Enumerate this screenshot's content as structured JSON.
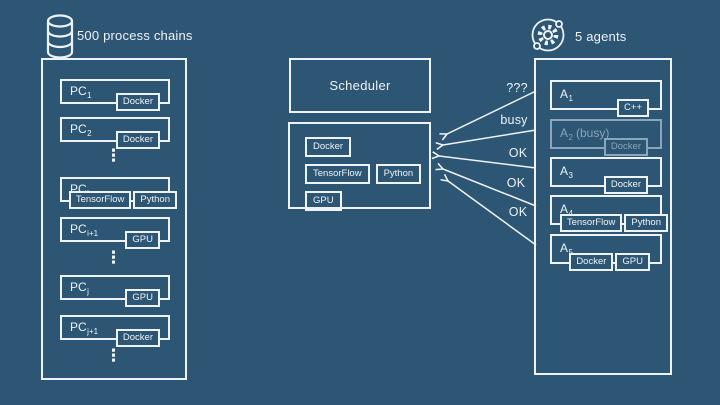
{
  "colors": {
    "background": "#2d5574",
    "line": "#eef3f7",
    "dimmed": "#8ba5bb"
  },
  "header_left": {
    "icon": "database-icon",
    "label": "500 process chains"
  },
  "header_right": {
    "icon": "gear-icon",
    "label": "5 agents"
  },
  "scheduler": {
    "title": "Scheduler"
  },
  "capabilities": {
    "tags": [
      "Docker",
      "TensorFlow",
      "Python",
      "GPU"
    ]
  },
  "process_chains": {
    "ellipsis": "⋮",
    "rows": [
      {
        "base": "PC",
        "sub": "1",
        "tags": [
          "Docker"
        ]
      },
      {
        "base": "PC",
        "sub": "2",
        "tags": [
          "Docker"
        ]
      },
      {
        "base": "PC",
        "sub": "i",
        "tags": [
          "TensorFlow",
          "Python"
        ]
      },
      {
        "base": "PC",
        "sub": "i+1",
        "tags": [
          "GPU"
        ]
      },
      {
        "base": "PC",
        "sub": "j",
        "tags": [
          "GPU"
        ]
      },
      {
        "base": "PC",
        "sub": "j+1",
        "tags": [
          "Docker"
        ]
      }
    ]
  },
  "agents": {
    "rows": [
      {
        "base": "A",
        "sub": "1",
        "suffix": "",
        "dimmed": false,
        "tags": [
          "C++"
        ]
      },
      {
        "base": "A",
        "sub": "2",
        "suffix": "(busy)",
        "dimmed": true,
        "tags": [
          "Docker"
        ]
      },
      {
        "base": "A",
        "sub": "3",
        "suffix": "",
        "dimmed": false,
        "tags": [
          "Docker"
        ]
      },
      {
        "base": "A",
        "sub": "4",
        "suffix": "",
        "dimmed": false,
        "tags": [
          "TensorFlow",
          "Python"
        ]
      },
      {
        "base": "A",
        "sub": "5",
        "suffix": "",
        "dimmed": false,
        "tags": [
          "Docker",
          "GPU"
        ]
      }
    ]
  },
  "arrows": [
    {
      "label": "???"
    },
    {
      "label": "busy"
    },
    {
      "label": "OK"
    },
    {
      "label": "OK"
    },
    {
      "label": "OK"
    }
  ]
}
